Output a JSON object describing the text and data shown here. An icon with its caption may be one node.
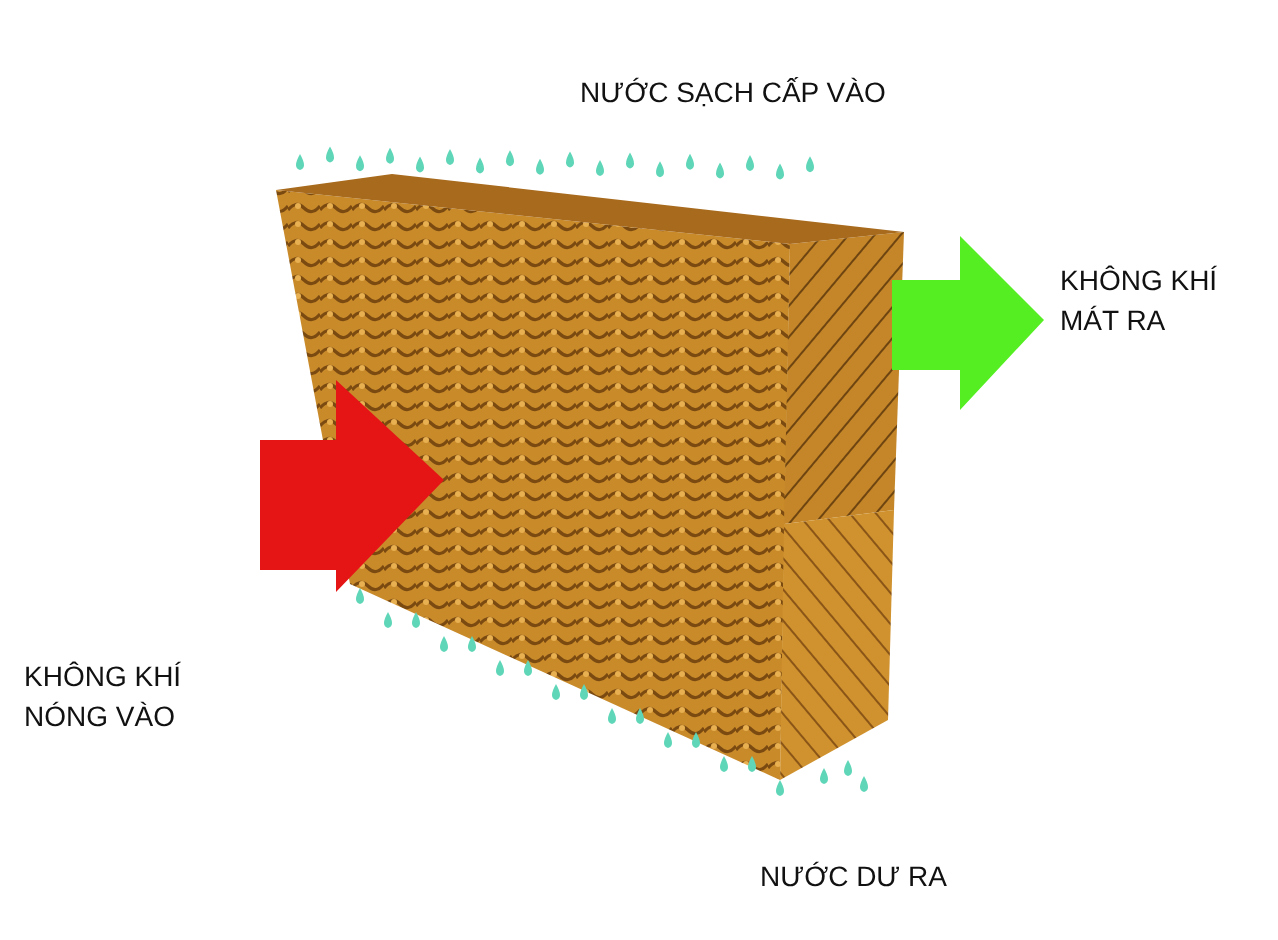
{
  "diagram": {
    "labels": [
      "NƯỚC SẠCH CẤP VÀO",
      "KHÔNG KHÍ MÁT RA",
      "KHÔNG KHÍ NÓNG VÀO",
      "NƯỚC DƯ RA"
    ]
  }
}
